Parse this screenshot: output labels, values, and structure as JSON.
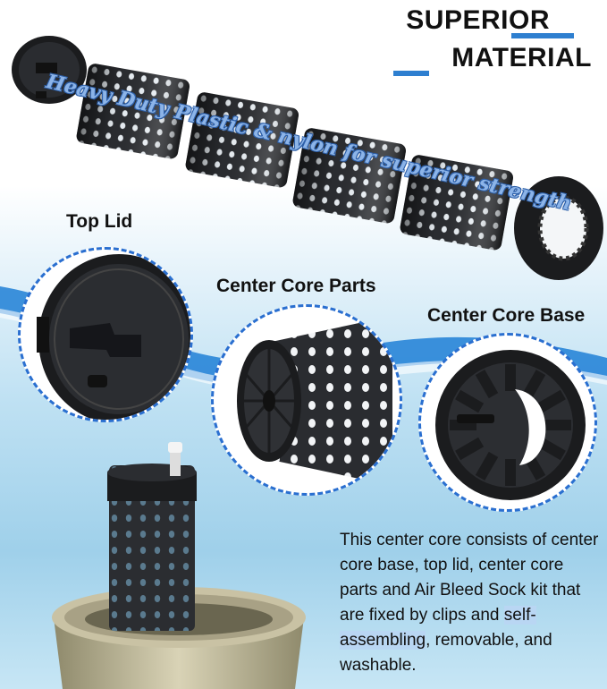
{
  "headline": {
    "line1": "SUPERIOR",
    "line2": "MATERIAL",
    "accent_color": "#2e7fd0"
  },
  "slogan": "Heavy Duty Plastic & nylon for superior strength",
  "labels": {
    "top_lid": "Top Lid",
    "center_core_parts": "Center Core Parts",
    "center_core_base": "Center Core Base"
  },
  "caption": {
    "lead": "This center core consists of center core base, top lid, center core parts and Air Bleed Sock kit that are fixed by clips and",
    "highlight": "self-assembling",
    "trail": ", removable, and washable."
  },
  "colors": {
    "ring_dashed": "#2a6fd0",
    "part_black": "#1b1c1e",
    "slogan_fill": "#8cb4e8",
    "bucket": "#c9c2a4"
  },
  "icons": [
    "top-lid-image",
    "core-tube-image",
    "core-base-image",
    "assembled-core-image",
    "bucket-image"
  ]
}
